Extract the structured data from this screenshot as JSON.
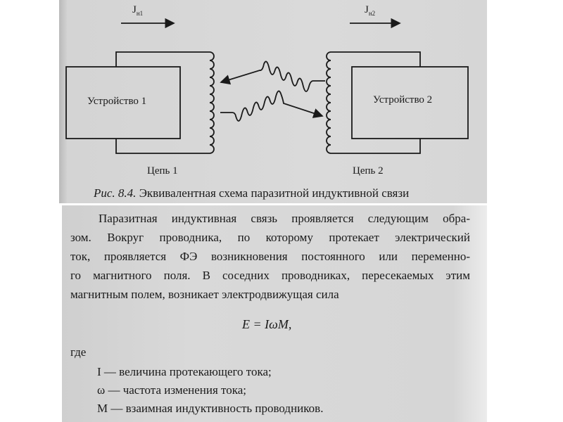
{
  "figure": {
    "current_1": "J",
    "current_1_sub": "н1",
    "current_2": "J",
    "current_2_sub": "н2",
    "device_1": "Устройство 1",
    "device_2": "Устройство 2",
    "circuit_1": "Цепь 1",
    "circuit_2": "Цепь 2",
    "caption_prefix": "Рис. 8.4.",
    "caption_text": "Эквивалентная схема паразитной индуктивной связи"
  },
  "body": {
    "lines": [
      "Паразитная индуктивная связь проявляется следующим обра-",
      "зом. Вокруг проводника, по которому протекает электрический",
      "ток, проявляется ФЭ возникновения постоянного или переменно-",
      "го магнитного поля. В соседних проводниках, пересекаемых этим",
      "магнитным полем, возникает электродвижущая сила"
    ],
    "formula": "E = IωM,",
    "where": "где",
    "definitions": [
      "I — величина протекающего тока;",
      "ω — частота изменения тока;",
      "M — взаимная индуктивность проводников."
    ]
  }
}
